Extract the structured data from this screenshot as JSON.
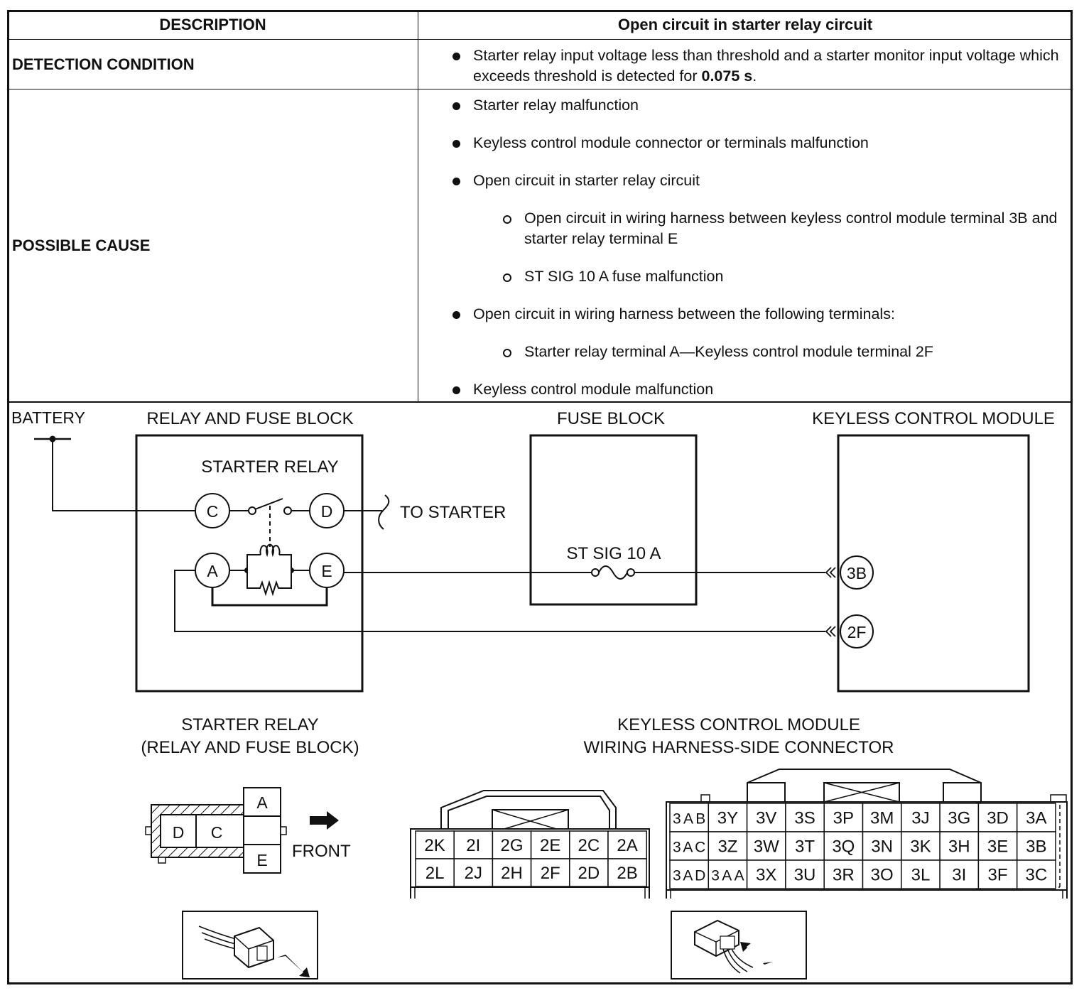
{
  "table": {
    "header_left": "DESCRIPTION",
    "header_right": "Open circuit in starter relay circuit",
    "detection_label": "DETECTION CONDITION",
    "detection_text": "Starter relay input voltage less than threshold and a starter monitor input voltage which exceeds threshold is detected for ",
    "detection_bold": "0.075 s",
    "detection_end": ".",
    "cause_label": "POSSIBLE CAUSE",
    "causes": [
      "Starter relay malfunction",
      "Keyless control module connector or terminals malfunction",
      "Open circuit in starter relay circuit",
      "Open circuit in wiring harness between keyless control module terminal 3B and starter relay terminal E",
      "ST SIG 10 A fuse malfunction",
      "Open circuit in wiring harness between the following terminals:",
      "Starter relay terminal A—Keyless control module terminal 2F",
      "Keyless control module malfunction"
    ]
  },
  "diagram": {
    "battery": "BATTERY",
    "relay_block": "RELAY AND FUSE BLOCK",
    "starter_relay": "STARTER RELAY",
    "fuse_block": "FUSE BLOCK",
    "keyless_module": "KEYLESS CONTROL MODULE",
    "to_starter": "TO STARTER",
    "fuse_label": "ST SIG 10 A",
    "terminals": [
      "C",
      "D",
      "A",
      "E"
    ],
    "module_terminals": [
      "3B",
      "2F"
    ]
  },
  "connectors": {
    "relay_title_1": "STARTER RELAY",
    "relay_title_2": "(RELAY AND FUSE BLOCK)",
    "relay_pins": [
      "D",
      "C",
      "A",
      "E"
    ],
    "front_label": "FRONT",
    "module_title_1": "KEYLESS CONTROL MODULE",
    "module_title_2": "WIRING HARNESS-SIDE CONNECTOR",
    "conn2_rows": [
      [
        "2K",
        "2I",
        "2G",
        "2E",
        "2C",
        "2A"
      ],
      [
        "2L",
        "2J",
        "2H",
        "2F",
        "2D",
        "2B"
      ]
    ],
    "conn3_rows": [
      [
        "3AB",
        "3Y",
        "3V",
        "3S",
        "3P",
        "3M",
        "3J",
        "3G",
        "3D",
        "3A"
      ],
      [
        "3AC",
        "3Z",
        "3W",
        "3T",
        "3Q",
        "3N",
        "3K",
        "3H",
        "3E",
        "3B"
      ],
      [
        "3AD",
        "3AA",
        "3X",
        "3U",
        "3R",
        "3O",
        "3L",
        "3I",
        "3F",
        "3C"
      ]
    ]
  }
}
